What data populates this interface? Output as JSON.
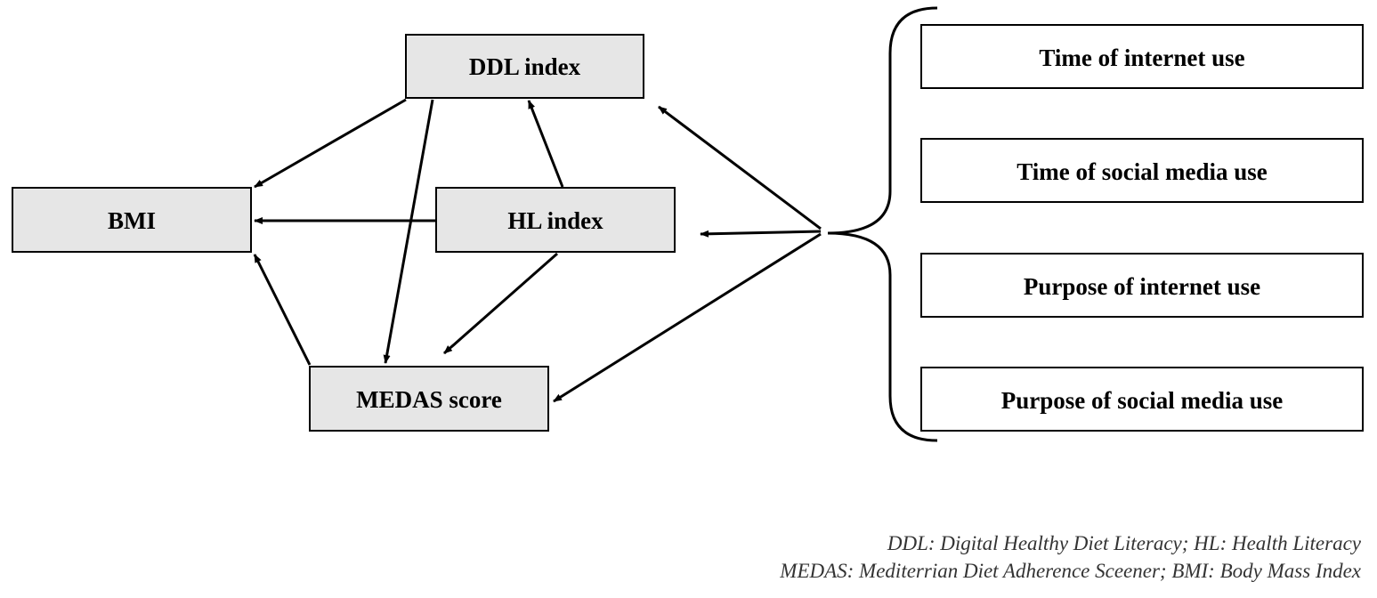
{
  "nodes": {
    "ddl": "DDL index",
    "bmi": "BMI",
    "hl": "HL index",
    "medas": "MEDAS score"
  },
  "factors": [
    "Time of internet use",
    "Time of social media use",
    "Purpose of internet use",
    "Purpose of social media use"
  ],
  "legend": {
    "line1": "DDL: Digital Healthy Diet Literacy; HL: Health Literacy",
    "line2": "MEDAS: Mediterrian Diet Adherence Sceener; BMI: Body Mass Index"
  },
  "colors": {
    "variable_fill": "#e6e6e6",
    "factor_fill": "#ffffff",
    "stroke": "#000000"
  }
}
